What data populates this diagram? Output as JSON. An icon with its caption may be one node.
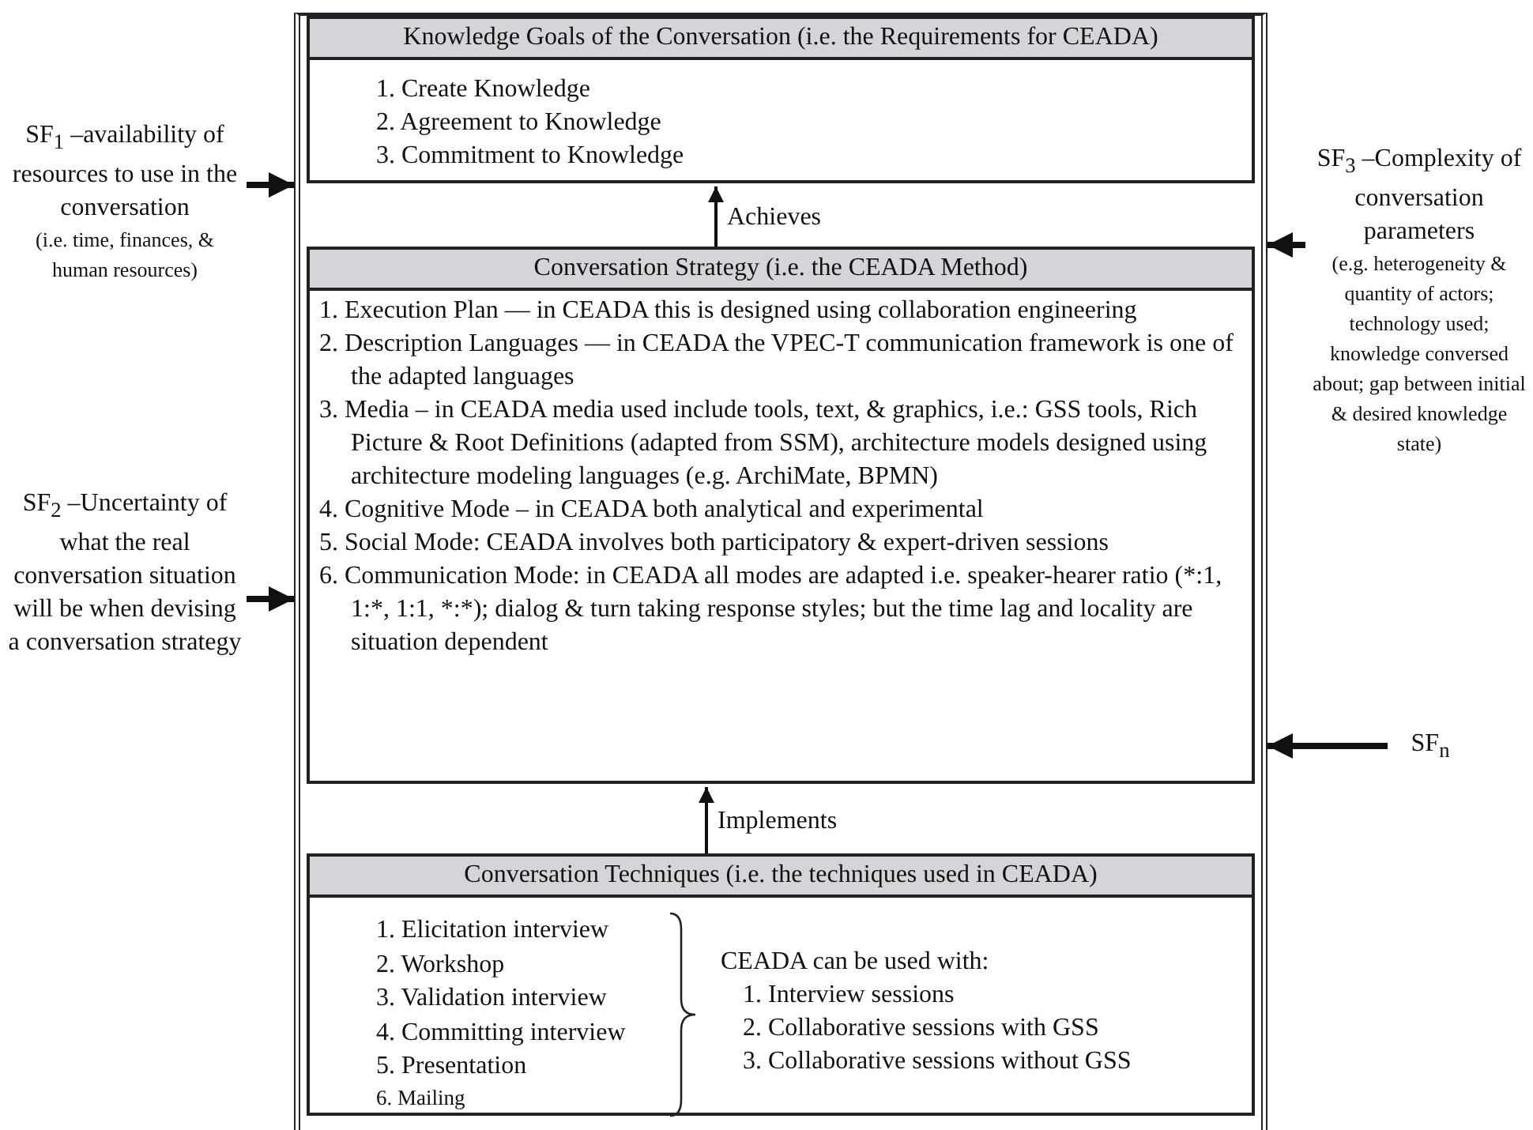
{
  "diagram": {
    "nodes": [
      {
        "text": [],
        "shape": "box"
      },
      {
        "text": [
          "Knowledge Goals of the Conversation (i.e. the Requirements for CEADA)",
          "1. Create Knowledge",
          "2. Agreement to Knowledge",
          "3. Commitment to Knowledge"
        ],
        "in": 0
      },
      {
        "text": [
          "Conversation Strategy (i.e. the CEADA Method)",
          "1. Execution Plan — in CEADA this is designed using collaboration engineering",
          "2. Description Languages — in CEADA the VPEC-T communication framework is one of the adapted languages",
          "3. Media – in CEADA media used include tools, text, & graphics, i.e.: GSS tools, Rich Picture & Root Definitions (adapted from SSM), architecture models designed using architecture modeling languages (e.g. ArchiMate, BPMN)",
          "4. Cognitive Mode – in CEADA both analytical and experimental",
          "5. Social Mode: CEADA involves both participatory & expert-driven sessions",
          "6. Communication Mode: in CEADA all modes are adapted i.e. speaker-hearer ratio (*:1, 1:*, 1:1, *:*); dialog & turn taking response styles; but the time lag and locality are situation dependent"
        ],
        "in": 0
      },
      {
        "text": [
          "Conversation Techniques (i.e. the techniques used in CEADA)",
          "1. Elicitation interview",
          "2. Workshop",
          "3. Validation interview",
          "4. Committing interview",
          "5. Presentation",
          "6. Mailing",
          "CEADA can be used with:",
          "1. Interview sessions",
          "2. Collaborative sessions with GSS",
          "3. Collaborative sessions without GSS"
        ],
        "in": 0
      },
      {
        "text": [
          "SF$_{1}$ –availability of resources to use in the conversation",
          "(i.e. time, finances, & human resources)"
        ]
      },
      {
        "text": [
          "SF$_{2}$ –Uncertainty of what the real conversation situation will be when devising a conversation strategy"
        ]
      },
      {
        "text": [
          "SF$_{3}$ –Complexity of conversation parameters",
          "(e.g. heterogeneity & quantity of actors; technology used; knowledge conversed about; gap between initial & desired knowledge state)"
        ]
      },
      {
        "text": [
          "SF$_{n}$"
        ]
      }
    ],
    "edges": [
      {
        "from": 4,
        "to": 0,
        "arrow": "to"
      },
      {
        "from": 5,
        "to": 0,
        "arrow": "to"
      },
      {
        "from": 6,
        "to": 0,
        "arrow": "to"
      },
      {
        "from": 7,
        "to": 0,
        "arrow": "to"
      },
      {
        "from": 2,
        "to": 1,
        "arrow": "to",
        "label": "Achieves"
      },
      {
        "from": 3,
        "to": 2,
        "arrow": "to",
        "label": "Implements"
      }
    ]
  }
}
